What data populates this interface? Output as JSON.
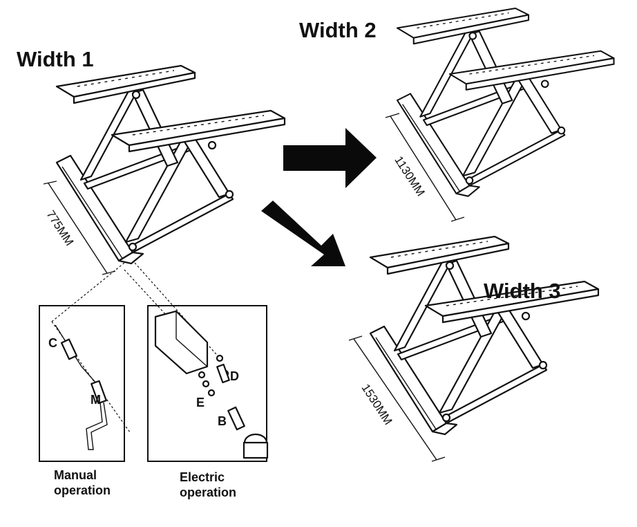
{
  "titles": {
    "width1": "Width 1",
    "width2": "Width 2",
    "width3": "Width 3"
  },
  "dimensions": {
    "width1": "775MM",
    "width2": "1130MM",
    "width3": "1530MM"
  },
  "panels": {
    "manual": {
      "caption_line1": "Manual",
      "caption_line2": "operation",
      "labels": {
        "c": "C",
        "m": "M"
      }
    },
    "electric": {
      "caption_line1": "Electric",
      "caption_line2": "operation",
      "labels": {
        "d": "D",
        "e": "E",
        "b": "B"
      }
    }
  }
}
